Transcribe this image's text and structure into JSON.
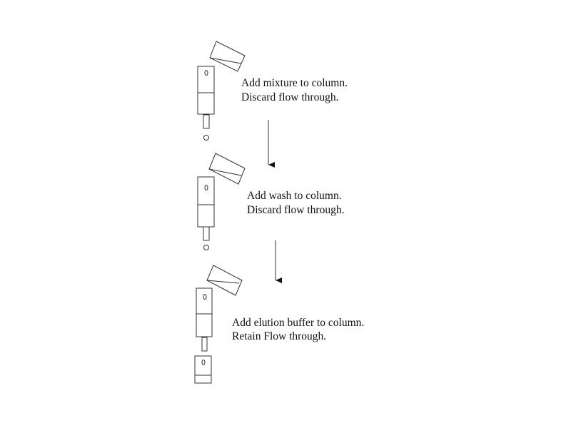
{
  "steps": [
    {
      "line1": "Add mixture to column.",
      "line2": "Discard flow through."
    },
    {
      "line1": "Add wash to column.",
      "line2": "Discard flow through."
    },
    {
      "line1": "Add elution buffer to column.",
      "line2": "Retain Flow through."
    }
  ],
  "colors": {
    "stroke": "#333333",
    "background": "#ffffff"
  }
}
